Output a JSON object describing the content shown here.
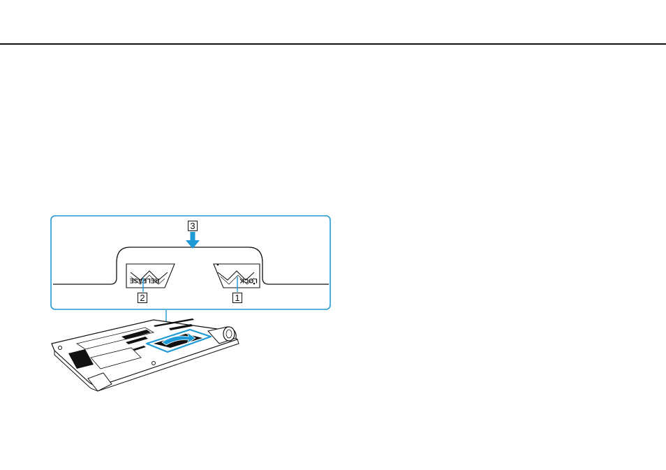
{
  "figure": {
    "callouts": [
      {
        "number": "1",
        "target": "lock-latch"
      },
      {
        "number": "2",
        "target": "release-latch"
      },
      {
        "number": "3",
        "target": "battery-slot"
      }
    ],
    "labels": {
      "release": "RELEASE",
      "lock": "LOCK"
    },
    "colors": {
      "accent": "#1e9ad6",
      "ink": "#111111"
    }
  }
}
